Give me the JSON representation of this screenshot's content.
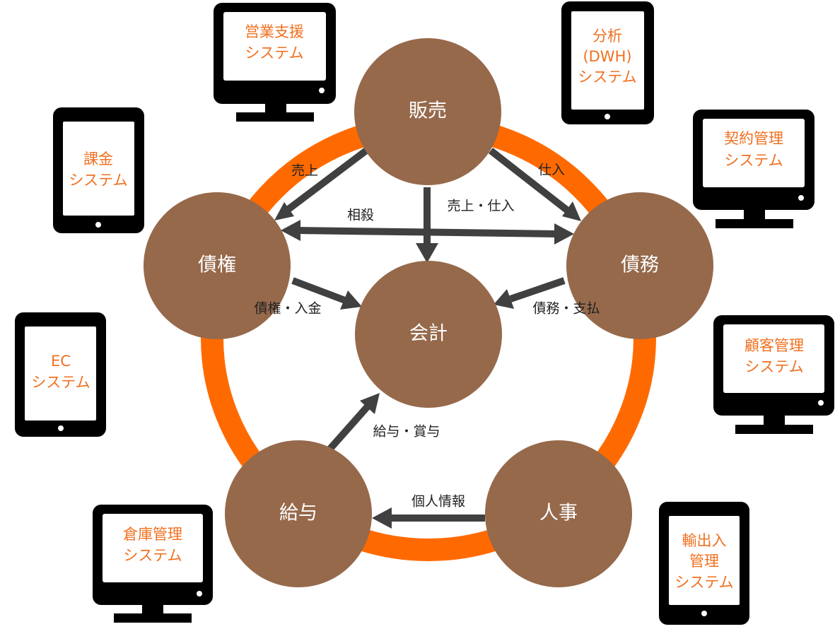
{
  "colors": {
    "ring": "#ff6a00",
    "node": "#96694b",
    "arrow": "#404040",
    "device_frame": "#000000",
    "device_screen": "#ffffff",
    "device_text": "#f07020"
  },
  "nodes": {
    "sales": "販売",
    "receivables": "債権",
    "payables": "債務",
    "accounting": "会計",
    "payroll": "給与",
    "hr": "人事"
  },
  "edges": {
    "sales_to_receivables": "売上",
    "sales_to_payables": "仕入",
    "sales_to_accounting": "売上・仕入",
    "offset": "相殺",
    "receivables_to_accounting": "債権・入金",
    "payables_to_accounting": "債務・支払",
    "payroll_to_accounting": "給与・賞与",
    "hr_to_payroll": "個人情報"
  },
  "devices": {
    "sales_support": {
      "type": "monitor",
      "lines": [
        "営業支援",
        "システム"
      ]
    },
    "analytics": {
      "type": "tablet",
      "lines": [
        "分析",
        "(DWH)",
        "システム"
      ]
    },
    "billing": {
      "type": "tablet",
      "lines": [
        "課金",
        "システム"
      ]
    },
    "contract": {
      "type": "monitor",
      "lines": [
        "契約管理",
        "システム"
      ]
    },
    "ec": {
      "type": "tablet",
      "lines": [
        "EC",
        "システム"
      ]
    },
    "crm": {
      "type": "monitor",
      "lines": [
        "顧客管理",
        "システム"
      ]
    },
    "warehouse": {
      "type": "monitor",
      "lines": [
        "倉庫管理",
        "システム"
      ]
    },
    "import_export": {
      "type": "tablet",
      "lines": [
        "輸出入",
        "管理",
        "システム"
      ]
    }
  }
}
